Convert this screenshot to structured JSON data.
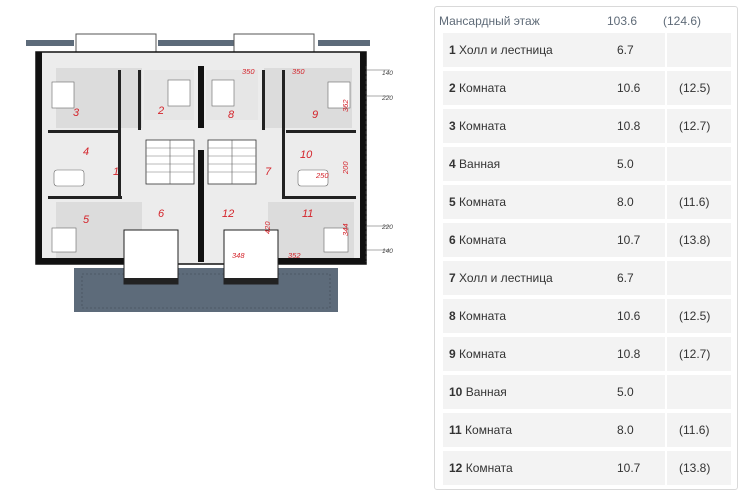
{
  "panel": {
    "header": {
      "title": "Мансардный этаж",
      "area": "103.6",
      "total": "(124.6)"
    },
    "rooms": [
      {
        "number": "1",
        "name": "Холл и лестница",
        "area": "6.7",
        "total": ""
      },
      {
        "number": "2",
        "name": "Комната",
        "area": "10.6",
        "total": "(12.5)"
      },
      {
        "number": "3",
        "name": "Комната",
        "area": "10.8",
        "total": "(12.7)"
      },
      {
        "number": "4",
        "name": "Ванная",
        "area": "5.0",
        "total": ""
      },
      {
        "number": "5",
        "name": "Комната",
        "area": "8.0",
        "total": "(11.6)"
      },
      {
        "number": "6",
        "name": "Комната",
        "area": "10.7",
        "total": "(13.8)"
      },
      {
        "number": "7",
        "name": "Холл и лестница",
        "area": "6.7",
        "total": ""
      },
      {
        "number": "8",
        "name": "Комната",
        "area": "10.6",
        "total": "(12.5)"
      },
      {
        "number": "9",
        "name": "Комната",
        "area": "10.8",
        "total": "(12.7)"
      },
      {
        "number": "10",
        "name": "Ванная",
        "area": "5.0",
        "total": ""
      },
      {
        "number": "11",
        "name": "Комната",
        "area": "8.0",
        "total": "(11.6)"
      },
      {
        "number": "12",
        "name": "Комната",
        "area": "10.7",
        "total": "(13.8)"
      }
    ]
  },
  "plan": {
    "room_labels": [
      "1",
      "2",
      "3",
      "4",
      "5",
      "6",
      "7",
      "8",
      "9",
      "10",
      "11",
      "12"
    ],
    "dims": {
      "top_a": "350",
      "top_b": "350",
      "right_upper": "362",
      "bath_w": "250",
      "bath_h": "200",
      "right_lower": "344",
      "bottom_a": "348",
      "bottom_b": "352",
      "mid_v": "420"
    },
    "ext_dims": {
      "e1": "140",
      "e2": "220",
      "e3": "220",
      "e4": "140"
    }
  }
}
